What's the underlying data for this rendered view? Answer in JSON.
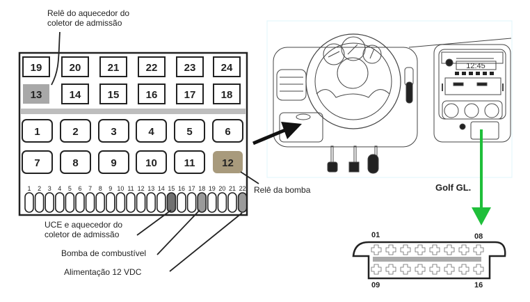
{
  "labels": {
    "top_relay_line1": "Relê do aquecedor do",
    "top_relay_line2": "coletor de admissão",
    "pump_relay": "Relê da bomba",
    "uce_line1": "UCE e aquecedor do",
    "uce_line2": "coletor de admissão",
    "fuel_pump": "Bomba de combustível",
    "power": "Alimentação 12 VDC",
    "car_model": "Golf GL."
  },
  "fuse_box": {
    "row_top": [
      "19",
      "20",
      "21",
      "22",
      "23",
      "24"
    ],
    "row_second": [
      "13",
      "14",
      "15",
      "16",
      "17",
      "18"
    ],
    "row_third": [
      "1",
      "2",
      "3",
      "4",
      "5",
      "6"
    ],
    "row_fourth": [
      "7",
      "8",
      "9",
      "10",
      "11",
      "12"
    ],
    "highlighted_relays": {
      "13": "#a8a8a8",
      "12": "#a89a7c"
    },
    "fuse_numbers": [
      "1",
      "2",
      "3",
      "4",
      "5",
      "6",
      "7",
      "8",
      "9",
      "10",
      "11",
      "12",
      "13",
      "14",
      "15",
      "16",
      "17",
      "18",
      "19",
      "20",
      "21",
      "22"
    ],
    "highlighted_fuses": {
      "15": "#707070",
      "18": "#9a9a9a",
      "22": "#9a9a9a"
    }
  },
  "dashboard": {
    "clock": "12:45"
  },
  "connector": {
    "pin_top_left": "01",
    "pin_top_right": "08",
    "pin_bottom_left": "09",
    "pin_bottom_right": "16"
  },
  "colors": {
    "arrow_green": "#1fbf3a"
  }
}
